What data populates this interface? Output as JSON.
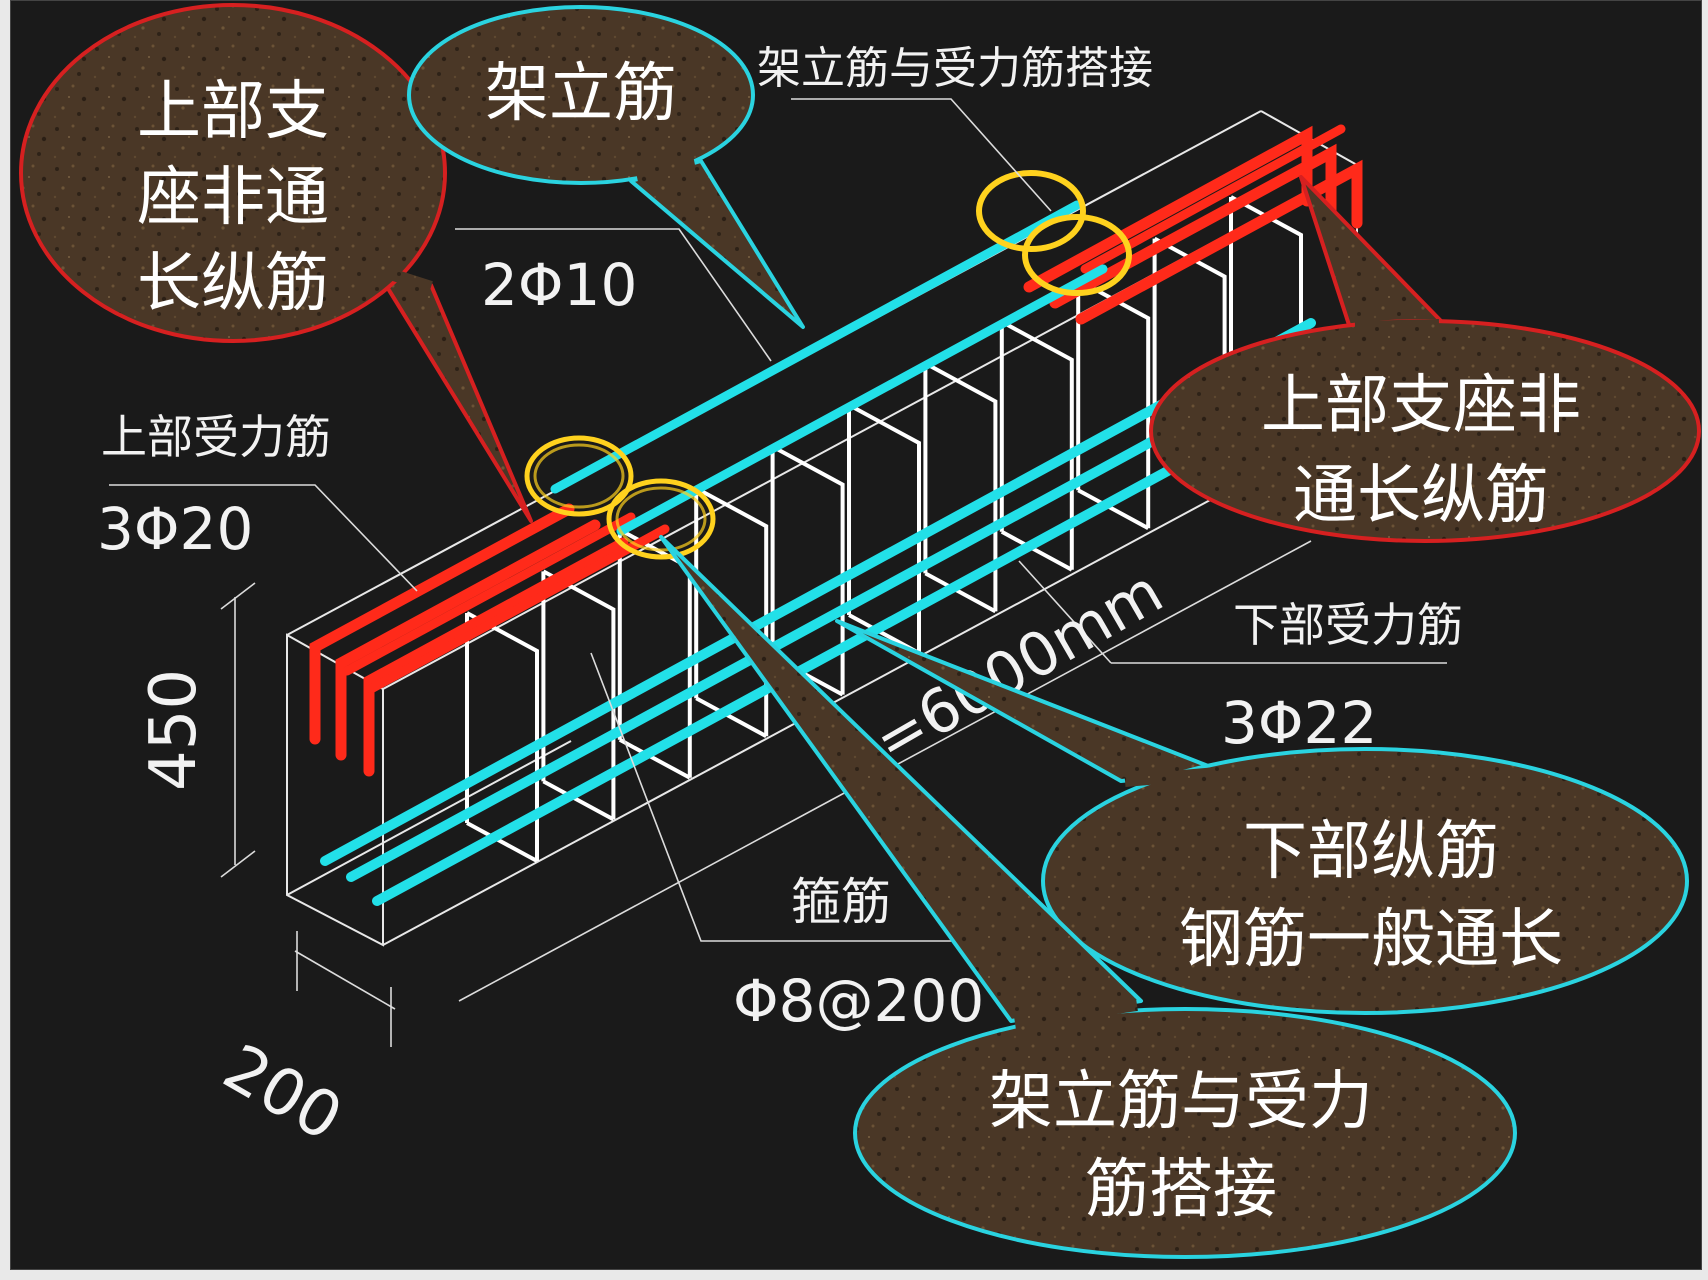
{
  "colors": {
    "background": "#1a1a1a",
    "top_bars": "#ff2a1a",
    "bottom_bars": "#22e0e8",
    "stirrups": "#ffffff",
    "highlight": "#ffd21e",
    "bubble_fill": "#4a3726",
    "bubble_red": "#d62020",
    "bubble_cyan": "#2ad3e0"
  },
  "cad_labels": {
    "lap_title": "架立筋与受力筋搭接",
    "top_rebar": "上部受力筋",
    "top_rebar_spec": "3Φ20",
    "erect_spec": "2Φ10",
    "bottom_rebar": "下部受力筋",
    "bottom_rebar_spec": "3Φ22",
    "stirrup": "箍筋",
    "stirrup_spec": "Φ8@200",
    "height": "450",
    "width": "200",
    "length": "L=6000mm"
  },
  "callouts": {
    "left_top_support": [
      "上部支",
      "座非通",
      "长纵筋"
    ],
    "erect_bar": [
      "架立筋"
    ],
    "right_top_support": [
      "上部支座非",
      "通长纵筋"
    ],
    "bottom_long": [
      "下部纵筋",
      "钢筋一般通长"
    ],
    "lap_splice": [
      "架立筋与受力",
      "筋搭接"
    ]
  }
}
